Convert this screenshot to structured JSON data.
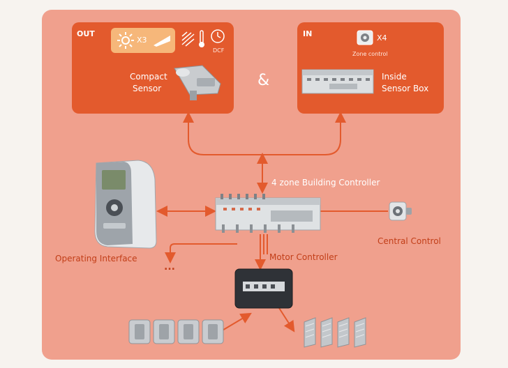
{
  "out_box": {
    "heading": "OUT",
    "sun_multiplier": "X3",
    "dcf_label": "DCF",
    "sensor_label_line1": "Compact",
    "sensor_label_line2": "Sensor"
  },
  "ampersand": "&",
  "in_box": {
    "heading": "IN",
    "zone_multiplier": "X4",
    "zone_caption": "Zone control",
    "sensor_label_line1": "Inside",
    "sensor_label_line2": "Sensor Box"
  },
  "labels": {
    "building_controller": "4 zone Building Controller",
    "operating_interface": "Operating Interface",
    "central_control": "Central Control",
    "motor_controller": "Motor Controller",
    "ellipsis": "..."
  },
  "colors": {
    "background": "#f7f3ef",
    "panel": "#f0a08d",
    "box": "#e35a2d",
    "arrow": "#e35a2d",
    "label_text": "#c23e18",
    "sun_badge": "#f6b77a"
  }
}
